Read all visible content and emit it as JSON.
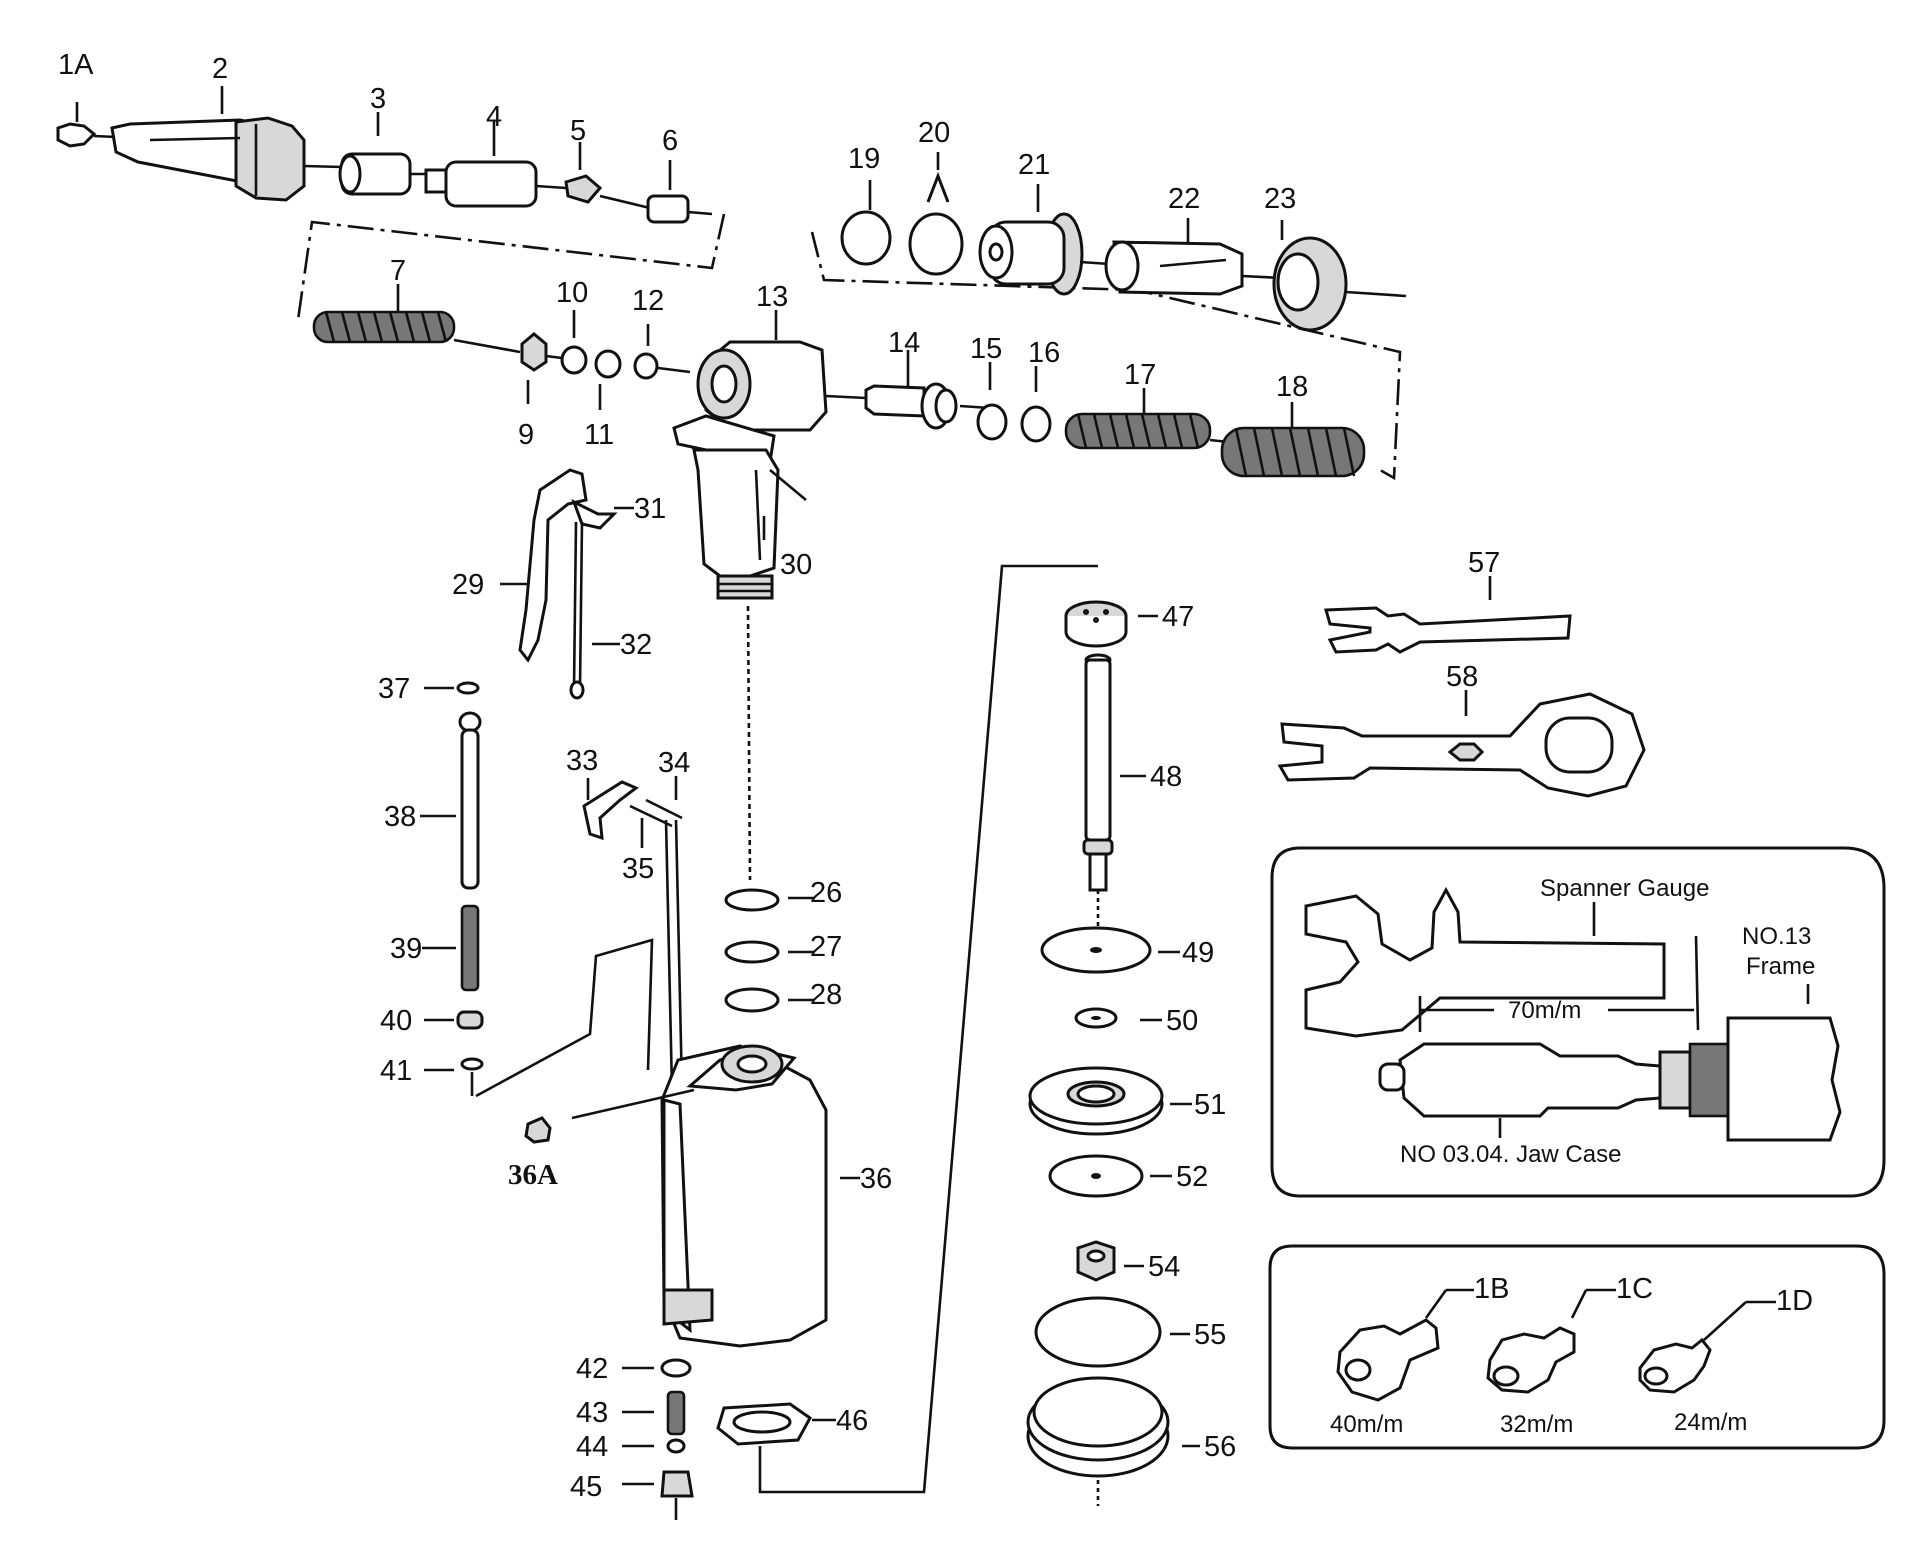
{
  "parts": {
    "p1A": "1A",
    "p2": "2",
    "p3": "3",
    "p4": "4",
    "p5": "5",
    "p6": "6",
    "p7": "7",
    "p9": "9",
    "p10": "10",
    "p11": "11",
    "p12": "12",
    "p13": "13",
    "p14": "14",
    "p15": "15",
    "p16": "16",
    "p17": "17",
    "p18": "18",
    "p19": "19",
    "p20": "20",
    "p21": "21",
    "p22": "22",
    "p23": "23",
    "p26": "26",
    "p27": "27",
    "p28": "28",
    "p29": "29",
    "p30": "30",
    "p31": "31",
    "p32": "32",
    "p33": "33",
    "p34": "34",
    "p35": "35",
    "p36": "36",
    "p36A": "36A",
    "p37": "37",
    "p38": "38",
    "p39": "39",
    "p40": "40",
    "p41": "41",
    "p42": "42",
    "p43": "43",
    "p44": "44",
    "p45": "45",
    "p46": "46",
    "p47": "47",
    "p48": "48",
    "p49": "49",
    "p50": "50",
    "p51": "51",
    "p52": "52",
    "p54": "54",
    "p55": "55",
    "p56": "56",
    "p57": "57",
    "p58": "58"
  },
  "gauge_inset": {
    "spanner_label": "Spanner Gauge",
    "frame_label_line1": "NO.13",
    "frame_label_line2": "Frame",
    "dimension": "70m/m",
    "jaw_case_label": "NO 03.04. Jaw Case"
  },
  "nozzle_inset": {
    "nozzles": [
      {
        "id": "1B",
        "size": "40m/m"
      },
      {
        "id": "1C",
        "size": "32m/m"
      },
      {
        "id": "1D",
        "size": "24m/m"
      }
    ]
  }
}
